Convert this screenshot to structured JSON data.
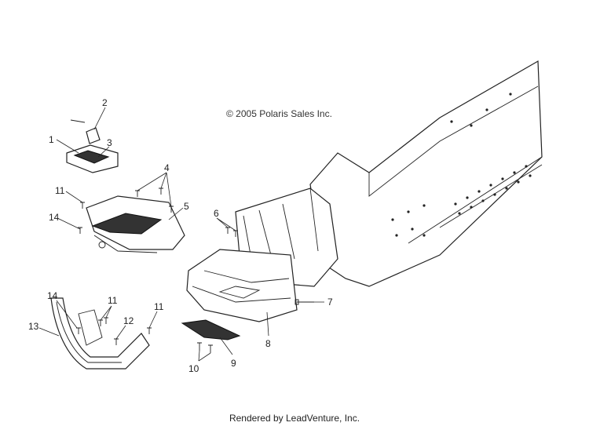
{
  "copyright": "© 2005 Polaris Sales Inc.",
  "footer": "Rendered by LeadVenture, Inc.",
  "callouts": {
    "c1": "1",
    "c2": "2",
    "c3": "3",
    "c4": "4",
    "c5": "5",
    "c6": "6",
    "c7": "7",
    "c8": "8",
    "c9": "9",
    "c10": "10",
    "c11a": "11",
    "c11b": "11",
    "c11c": "11",
    "c12": "12",
    "c13": "13",
    "c14a": "14",
    "c14b": "14"
  },
  "colors": {
    "line": "#222222",
    "background": "#ffffff"
  }
}
